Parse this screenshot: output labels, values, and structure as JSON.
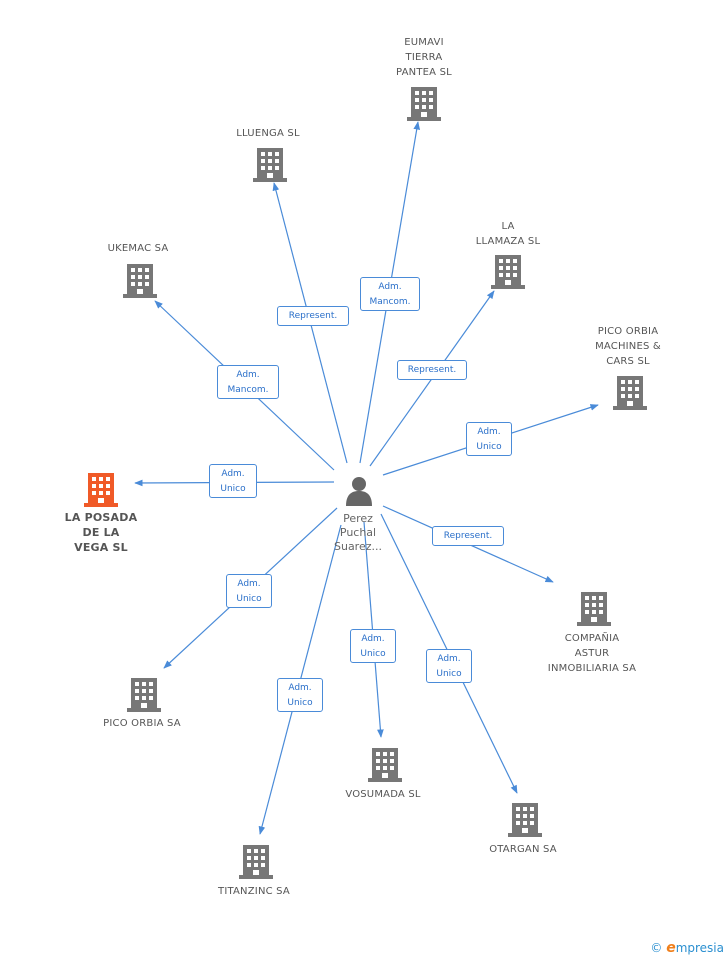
{
  "center": {
    "name": "Perez\nPuchal\nSuarez...",
    "icon": "person-icon",
    "color": "#666666"
  },
  "colors": {
    "company": "#777777",
    "highlight": "#f05a28",
    "edge": "#4a8bd8"
  },
  "companies": [
    {
      "id": "eumavi",
      "label": "EUMAVI\nTIERRA\nPANTEA SL",
      "relation": "Adm.\nMancom.",
      "highlight": false
    },
    {
      "id": "lluenga",
      "label": "LLUENGA SL",
      "relation": "Represent.",
      "highlight": false
    },
    {
      "id": "ukemac",
      "label": "UKEMAC SA",
      "relation": "Adm.\nMancom.",
      "highlight": false
    },
    {
      "id": "la-llamaza",
      "label": "LA\nLLAMAZA SL",
      "relation": "Represent.",
      "highlight": false
    },
    {
      "id": "pico-orbia-machines",
      "label": "PICO ORBIA\nMACHINES &\nCARS SL",
      "relation": "Adm.\nUnico",
      "highlight": false
    },
    {
      "id": "la-posada",
      "label": "LA POSADA\nDE LA\nVEGA SL",
      "relation": "Adm.\nUnico",
      "highlight": true
    },
    {
      "id": "compania-astur",
      "label": "COMPAÑIA\nASTUR\nINMOBILIARIA SA",
      "relation": "Represent.",
      "highlight": false
    },
    {
      "id": "pico-orbia-sa",
      "label": "PICO ORBIA SA",
      "relation": "Adm.\nUnico",
      "highlight": false
    },
    {
      "id": "vosumada",
      "label": "VOSUMADA SL",
      "relation": "Adm.\nUnico",
      "highlight": false
    },
    {
      "id": "otargan",
      "label": "OTARGAN SA",
      "relation": "Adm.\nUnico",
      "highlight": false
    },
    {
      "id": "titanzinc",
      "label": "TITANZINC SA",
      "relation": "Adm.\nUnico",
      "highlight": false
    }
  ],
  "footer": {
    "copyright": "©",
    "brand_initial": "e",
    "brand_rest": "mpresia"
  }
}
